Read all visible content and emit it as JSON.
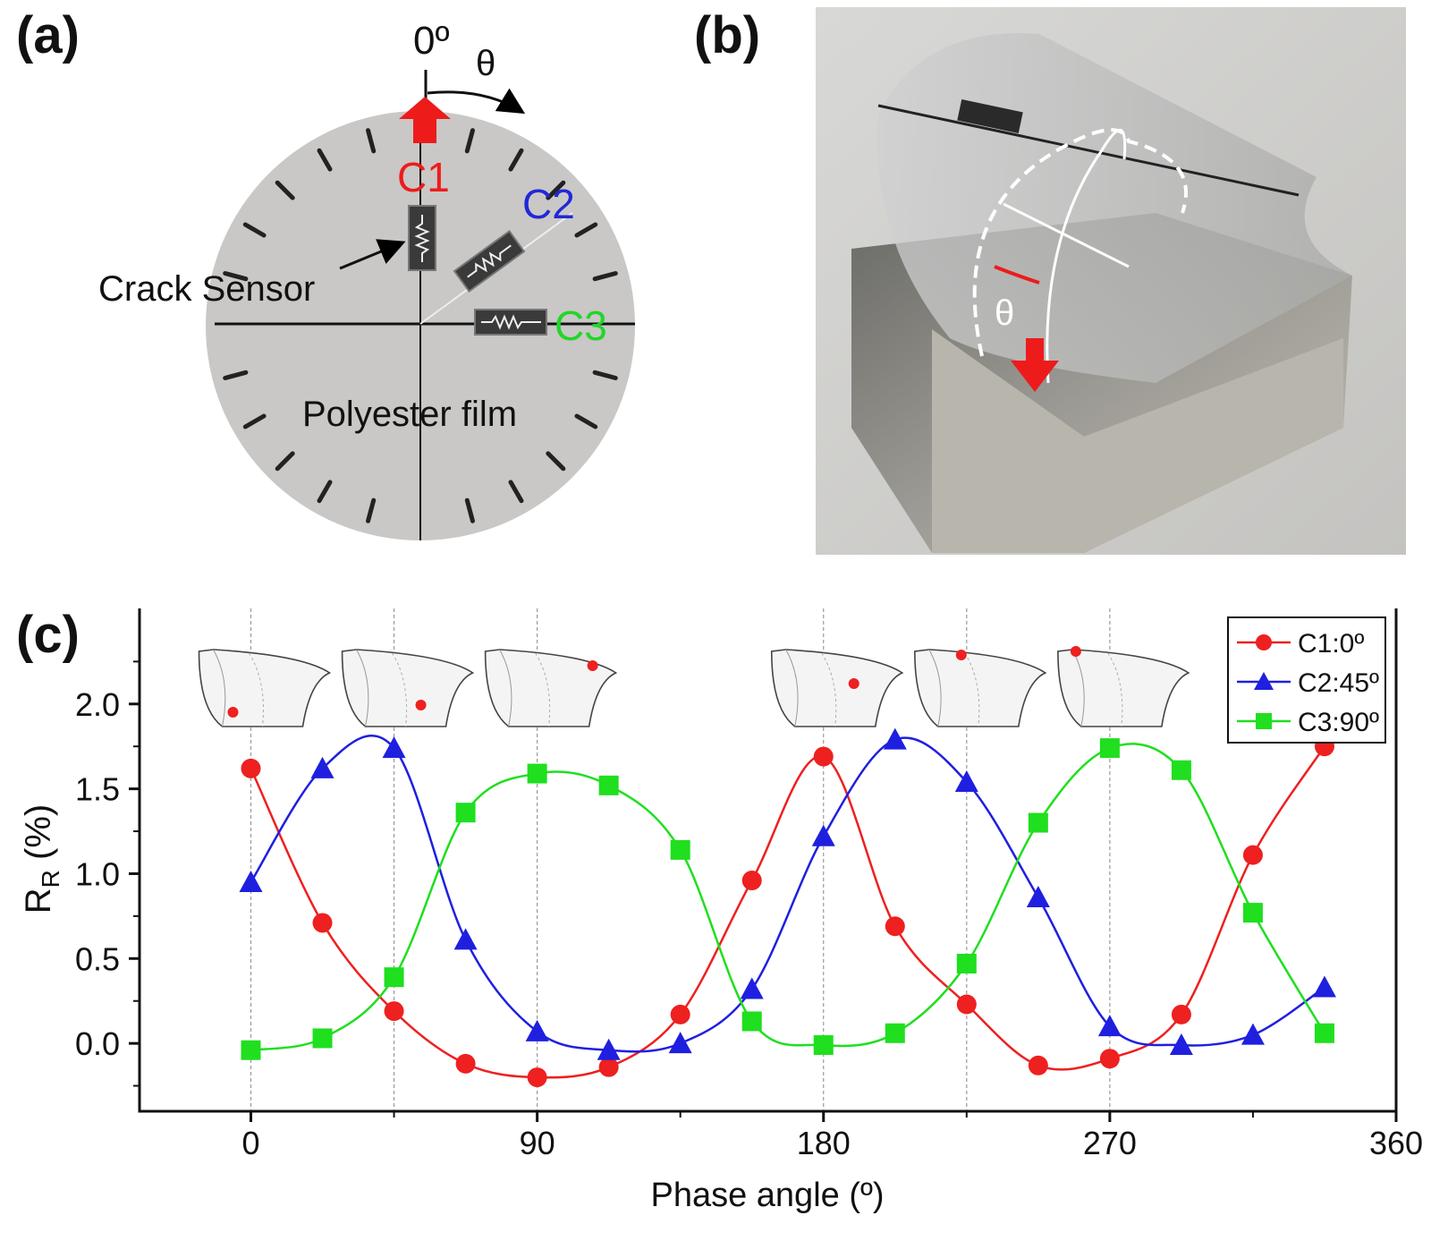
{
  "panel_a": {
    "label": "(a)",
    "angle_zero": "0º",
    "theta": "θ",
    "c1": "C1",
    "c2": "C2",
    "c3": "C3",
    "crack_sensor": "Crack Sensor",
    "film": "Polyester film",
    "colors": {
      "c1": "#ee1b1b",
      "c2": "#2128d8",
      "c3": "#22d628",
      "film": "#c9c8c6"
    }
  },
  "panel_b": {
    "label": "(b)",
    "theta": "θ"
  },
  "panel_c": {
    "label": "(c)"
  },
  "chart_data": {
    "type": "line",
    "xlabel": "Phase angle (º)",
    "ylabel": "R",
    "ylabel_sub": "R",
    "ylabel_unit": " (%)",
    "xlim": [
      -35,
      360
    ],
    "ylim": [
      -0.4,
      2.6
    ],
    "xticks": [
      0,
      90,
      180,
      270,
      360
    ],
    "yticks": [
      0.0,
      0.5,
      1.0,
      1.5,
      2.0
    ],
    "ytick_labels": [
      "0.0",
      "0.5",
      "1.0",
      "1.5",
      "2.0"
    ],
    "vlines": [
      0,
      45,
      90,
      180,
      225,
      270
    ],
    "legend_position": "top-right",
    "x": [
      0,
      22.5,
      45,
      67.5,
      90,
      112.5,
      135,
      157.5,
      180,
      202.5,
      225,
      247.5,
      270,
      292.5,
      315,
      337.5
    ],
    "series": [
      {
        "name": "C1:0º",
        "marker": "circle",
        "color": "#ee2020",
        "values": [
          1.62,
          0.71,
          0.19,
          -0.12,
          -0.2,
          -0.14,
          0.17,
          0.96,
          1.69,
          0.69,
          0.23,
          -0.13,
          -0.09,
          0.17,
          1.11,
          1.75
        ]
      },
      {
        "name": "C2:45º",
        "marker": "triangle",
        "color": "#1f1fe0",
        "values": [
          0.95,
          1.62,
          1.74,
          0.61,
          0.07,
          -0.04,
          0.0,
          0.32,
          1.22,
          1.79,
          1.54,
          0.86,
          0.1,
          -0.01,
          0.05,
          0.33
        ]
      },
      {
        "name": "C3:90º",
        "marker": "square",
        "color": "#1fdf1f",
        "values": [
          -0.04,
          0.03,
          0.39,
          1.36,
          1.59,
          1.52,
          1.14,
          0.13,
          -0.01,
          0.06,
          0.47,
          1.3,
          1.74,
          1.61,
          0.77,
          0.06
        ]
      }
    ],
    "insets": [
      {
        "x": 0,
        "dot": "lower"
      },
      {
        "x": 45,
        "dot": "lower-right"
      },
      {
        "x": 90,
        "dot": "right-top"
      },
      {
        "x": 180,
        "dot": "center"
      },
      {
        "x": 225,
        "dot": "top"
      },
      {
        "x": 270,
        "dot": "top-left"
      }
    ]
  }
}
